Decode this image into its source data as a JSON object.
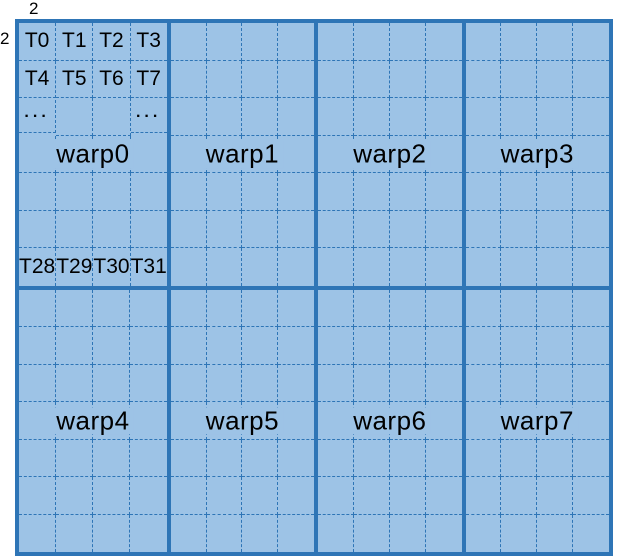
{
  "diagram": {
    "top_dim_label": "2",
    "left_dim_label": "2"
  },
  "colors": {
    "fill": "#9dc3e6",
    "line": "#2e75b6",
    "text": "#000000",
    "page": "#ffffff"
  },
  "grid": {
    "warp_cols": 4,
    "warp_rows": 2,
    "cell_cols_per_warp": 4,
    "cell_rows_per_warp": 7
  },
  "warps": [
    {
      "label": "warp0",
      "thread_grid": [
        [
          "T0",
          "T1",
          "T2",
          "T3"
        ],
        [
          "T4",
          "T5",
          "T6",
          "T7"
        ],
        [
          "...",
          "",
          "",
          "..."
        ],
        [
          "",
          "",
          "",
          ""
        ],
        [
          "",
          "",
          "",
          ""
        ],
        [
          "",
          "",
          "",
          ""
        ],
        [
          "T28",
          "T29",
          "T30",
          "T31"
        ]
      ]
    },
    {
      "label": "warp1"
    },
    {
      "label": "warp2"
    },
    {
      "label": "warp3"
    },
    {
      "label": "warp4"
    },
    {
      "label": "warp5"
    },
    {
      "label": "warp6"
    },
    {
      "label": "warp7"
    }
  ]
}
